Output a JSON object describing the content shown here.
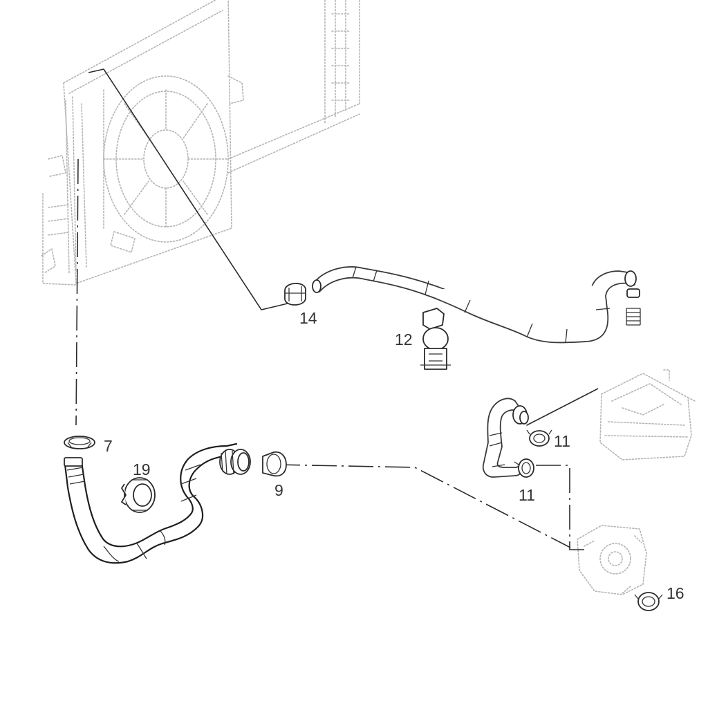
{
  "diagram": {
    "callouts": {
      "c7": "7",
      "c9": "9",
      "c11a": "11",
      "c11b": "11",
      "c12": "12",
      "c14": "14",
      "c16": "16",
      "c19": "19"
    },
    "colors": {
      "line": "#1e1e1e",
      "faint": "#b4b4b4",
      "label": "#333333"
    }
  }
}
